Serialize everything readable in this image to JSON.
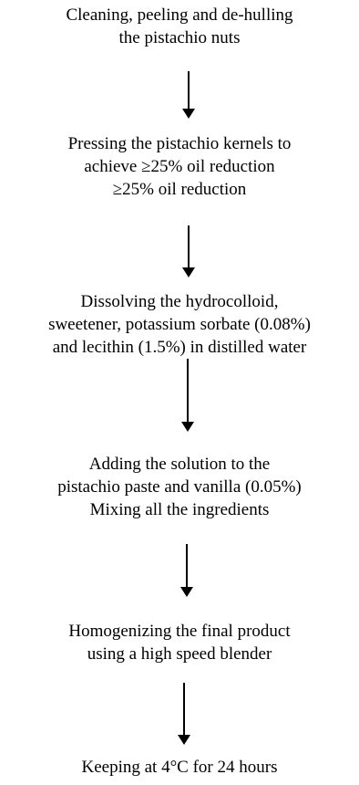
{
  "flowchart": {
    "steps": [
      {
        "lines": [
          "Cleaning, peeling and de-hulling",
          "the pistachio nuts"
        ]
      },
      {
        "lines": [
          "Pressing the pistachio kernels to",
          "achieve ≥25% oil reduction",
          "≥25% oil reduction"
        ]
      },
      {
        "lines": [
          "Dissolving the hydrocolloid,",
          "sweetener, potassium sorbate (0.08%)",
          "and lecithin (1.5%) in distilled water"
        ]
      },
      {
        "lines": [
          "Adding the solution to the",
          "pistachio paste and vanilla (0.05%)",
          "Mixing all the ingredients"
        ]
      },
      {
        "lines": [
          "Homogenizing the final product",
          "using a high speed blender"
        ]
      },
      {
        "lines": [
          "Keeping at 4°C for 24 hours"
        ]
      }
    ]
  }
}
